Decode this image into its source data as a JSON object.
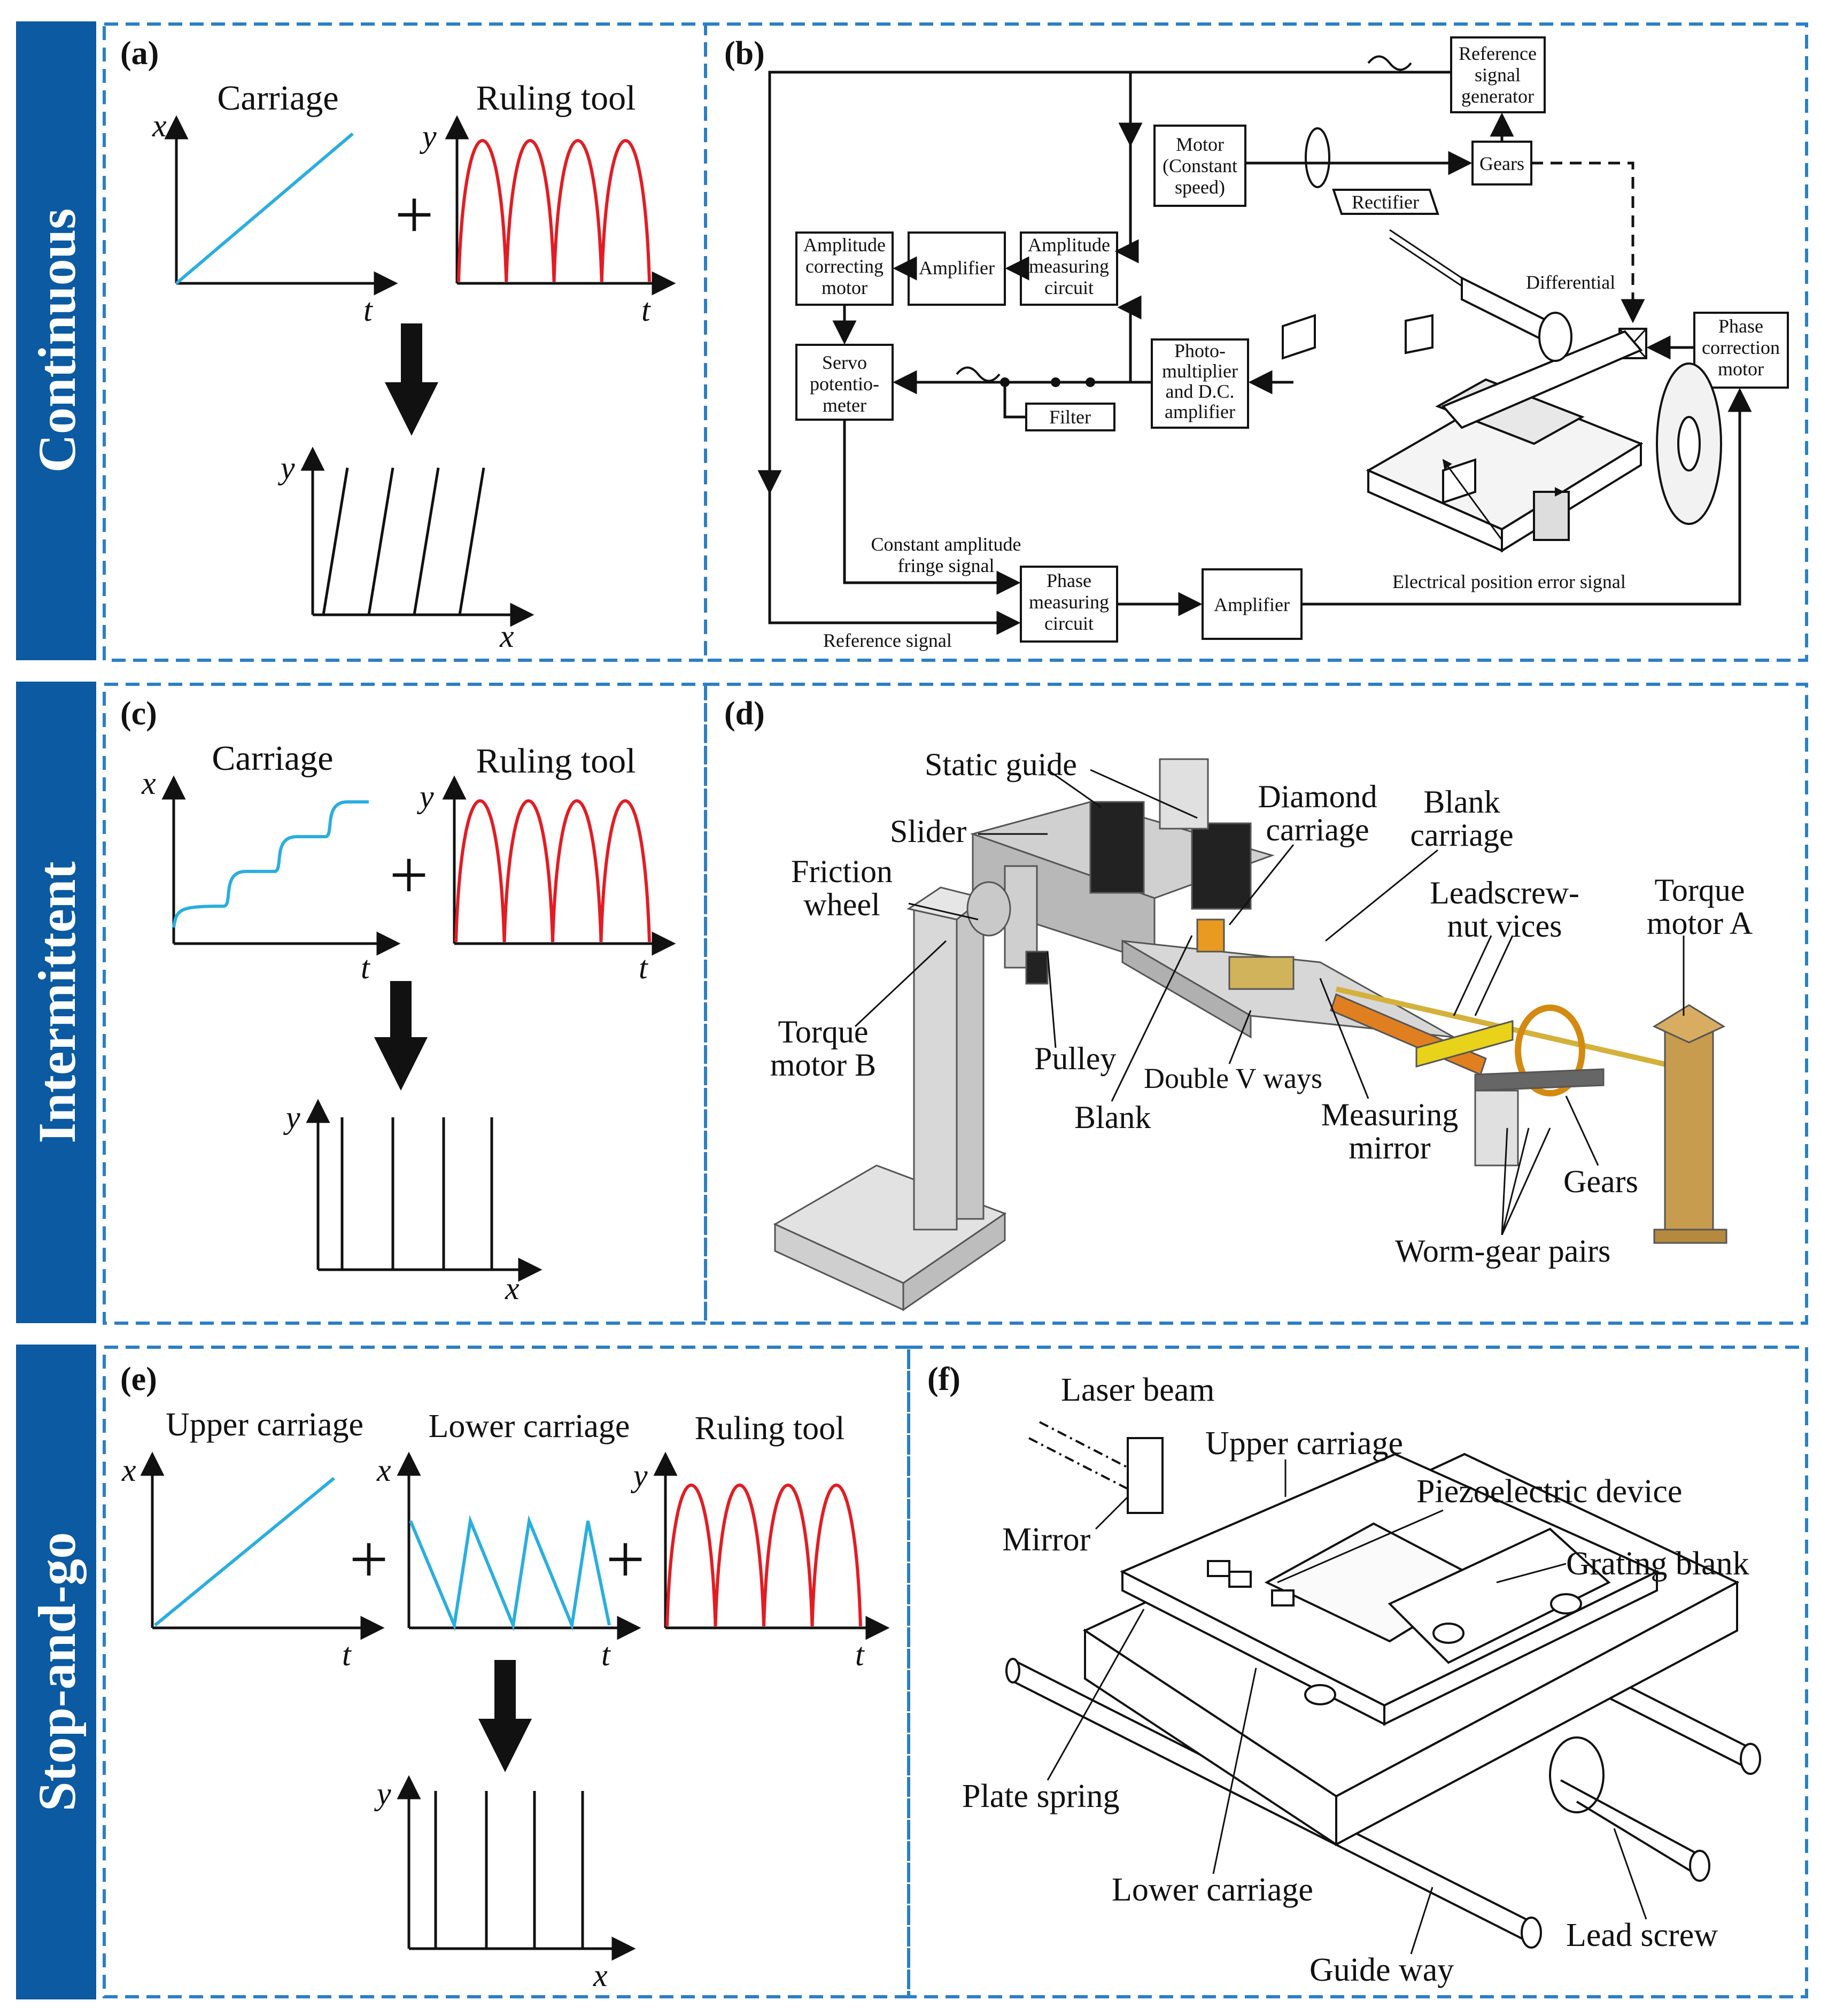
{
  "colors": {
    "band": "#0b5aa2",
    "frame": "#2b7fc6",
    "carriage_line": "#29aee0",
    "tool_line": "#e31c23",
    "ink": "#111111"
  },
  "rows": [
    {
      "label": "Continuous"
    },
    {
      "label": "Intermittent"
    },
    {
      "label": "Stop-and-go"
    }
  ],
  "panels": {
    "a": {
      "tag": "(a)",
      "carriage_title": "Carriage",
      "tool_title": "Ruling tool",
      "x": "x",
      "y": "y",
      "t": "t"
    },
    "b": {
      "tag": "(b)",
      "reference_generator": [
        "Reference",
        "signal",
        "generator"
      ],
      "motor": [
        "Motor",
        "(Constant",
        "speed)"
      ],
      "gears": "Gears",
      "rectifier": "Rectifier",
      "differential": "Differential",
      "amp_correcting": [
        "Amplitude",
        "correcting",
        "motor"
      ],
      "amplifier": "Amplifier",
      "amp_measuring": [
        "Amplitude",
        "measuring",
        "circuit"
      ],
      "servo": [
        "Servo",
        "potentio-",
        "meter"
      ],
      "photomultiplier": [
        "Photo-",
        "multiplier",
        "and D.C.",
        "amplifier"
      ],
      "filter": "Filter",
      "phase_correction": [
        "Phase",
        "correction",
        "motor"
      ],
      "constant_amplitude": [
        "Constant amplitude",
        "fringe signal"
      ],
      "phase_measuring": [
        "Phase",
        "measuring",
        "circuit"
      ],
      "amplifier2": "Amplifier",
      "position_error": "Electrical position error signal",
      "reference_signal": "Reference signal"
    },
    "c": {
      "tag": "(c)",
      "carriage_title": "Carriage",
      "tool_title": "Ruling tool",
      "x": "x",
      "y": "y",
      "t": "t"
    },
    "d": {
      "tag": "(d)",
      "static_guide": "Static guide",
      "slider": "Slider",
      "diamond_carriage": [
        "Diamond",
        "carriage"
      ],
      "blank_carriage": [
        "Blank",
        "carriage"
      ],
      "friction_wheel": [
        "Friction",
        "wheel"
      ],
      "leadscrew": [
        "Leadscrew-",
        "nut vices"
      ],
      "torque_a": [
        "Torque",
        "motor A"
      ],
      "torque_b": [
        "Torque",
        "motor B"
      ],
      "pulley": "Pulley",
      "double_v": "Double V ways",
      "blank": "Blank",
      "measuring_mirror": [
        "Measuring",
        "mirror"
      ],
      "gears": "Gears",
      "worm_gear": "Worm-gear pairs"
    },
    "e": {
      "tag": "(e)",
      "upper_title": "Upper carriage",
      "lower_title": "Lower carriage",
      "tool_title": "Ruling tool",
      "x": "x",
      "y": "y",
      "t": "t"
    },
    "f": {
      "tag": "(f)",
      "laser_beam": "Laser beam",
      "upper_carriage": "Upper carriage",
      "piezo": "Piezoelectric device",
      "mirror": "Mirror",
      "grating_blank": "Grating blank",
      "plate_spring": "Plate spring",
      "lower_carriage": "Lower carriage",
      "lead_screw": "Lead screw",
      "guide_way": "Guide way"
    }
  }
}
